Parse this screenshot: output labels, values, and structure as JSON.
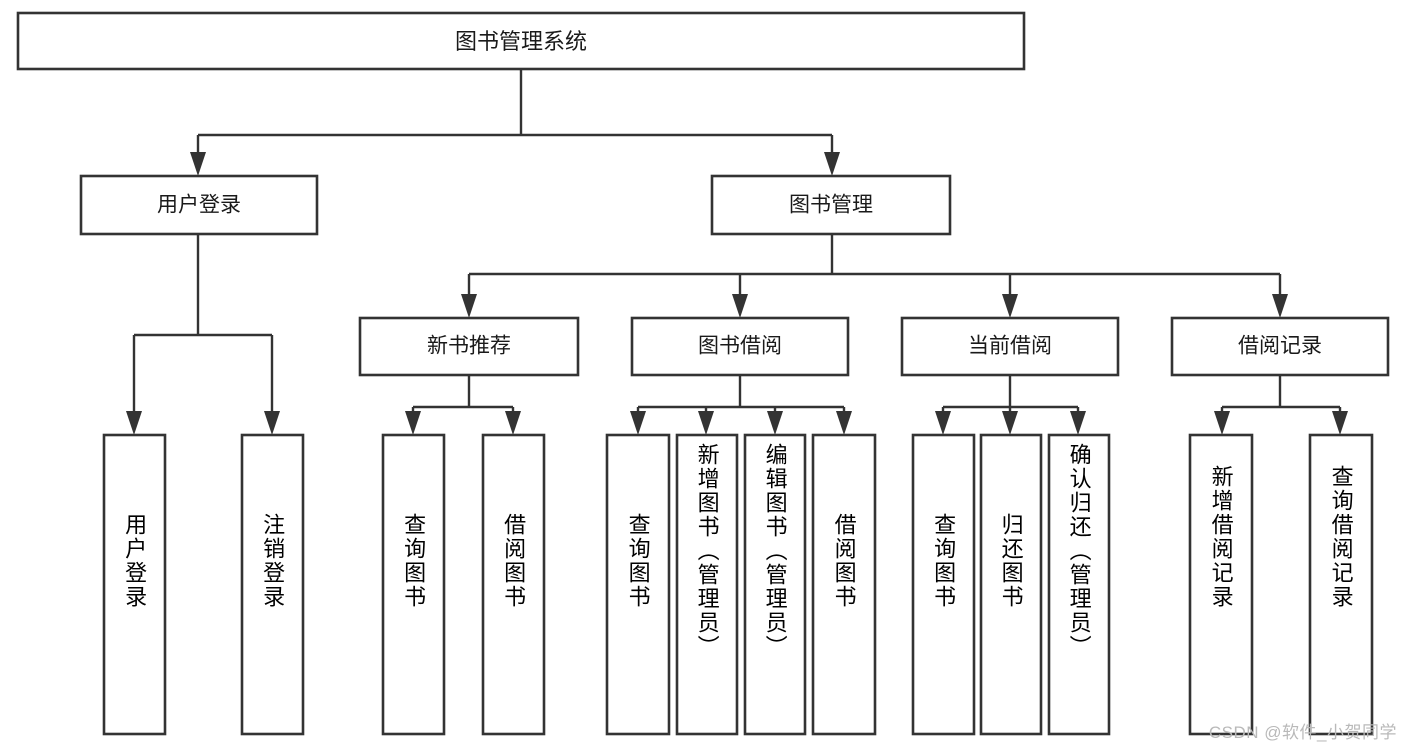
{
  "diagram": {
    "type": "tree-hierarchy",
    "orientation": "top-down",
    "root": {
      "id": "root",
      "label": "图书管理系统"
    },
    "level1": [
      {
        "id": "user-login",
        "label": "用户登录"
      },
      {
        "id": "book-management",
        "label": "图书管理"
      }
    ],
    "level2": [
      {
        "id": "new-book-recommend",
        "label": "新书推荐",
        "parent": "book-management"
      },
      {
        "id": "book-borrow",
        "label": "图书借阅",
        "parent": "book-management"
      },
      {
        "id": "current-borrow",
        "label": "当前借阅",
        "parent": "book-management"
      },
      {
        "id": "borrow-record",
        "label": "借阅记录",
        "parent": "book-management"
      }
    ],
    "leaves": [
      {
        "id": "leaf-user-login",
        "label": "用户登录",
        "parent": "user-login"
      },
      {
        "id": "leaf-logout-login",
        "label": "注销登录",
        "parent": "user-login"
      },
      {
        "id": "leaf-query-book-1",
        "label": "查询图书",
        "parent": "new-book-recommend"
      },
      {
        "id": "leaf-borrow-book-1",
        "label": "借阅图书",
        "parent": "new-book-recommend"
      },
      {
        "id": "leaf-query-book-2",
        "label": "查询图书",
        "parent": "book-borrow"
      },
      {
        "id": "leaf-add-book-admin",
        "label": "新增图书（管理员）",
        "parent": "book-borrow"
      },
      {
        "id": "leaf-edit-book-admin",
        "label": "编辑图书（管理员）",
        "parent": "book-borrow"
      },
      {
        "id": "leaf-borrow-book-2",
        "label": "借阅图书",
        "parent": "book-borrow"
      },
      {
        "id": "leaf-query-book-3",
        "label": "查询图书",
        "parent": "current-borrow"
      },
      {
        "id": "leaf-return-book",
        "label": "归还图书",
        "parent": "current-borrow"
      },
      {
        "id": "leaf-confirm-return-admin",
        "label": "确认归还（管理员）",
        "parent": "current-borrow"
      },
      {
        "id": "leaf-add-borrow-record",
        "label": "新增借阅记录",
        "parent": "borrow-record"
      },
      {
        "id": "leaf-query-borrow-record",
        "label": "查询借阅记录",
        "parent": "borrow-record"
      }
    ]
  },
  "watermark": {
    "text": "CSDN @软件_小贺同学"
  },
  "colors": {
    "stroke": "#333333",
    "box_fill": "#ffffff",
    "text": "#1a1a1a",
    "watermark": "#b9b9b9",
    "background": "#ffffff"
  }
}
